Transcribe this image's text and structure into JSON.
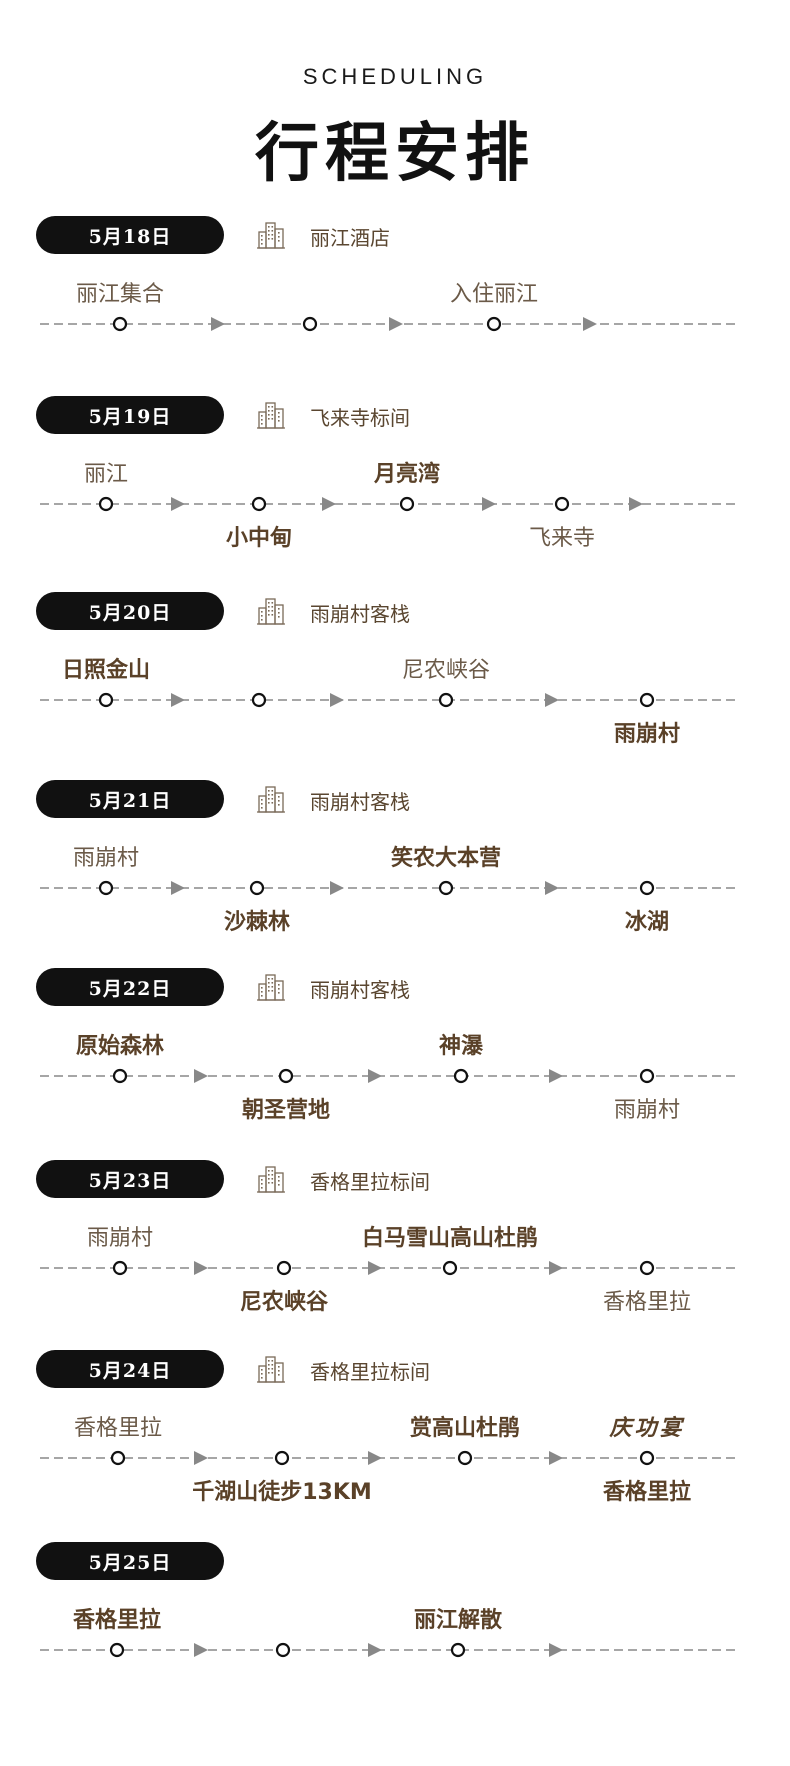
{
  "header": {
    "subtitle": "SCHEDULING",
    "title": "行程安排"
  },
  "colors": {
    "pill": "#111111",
    "line": "#888888",
    "dot": "#111111",
    "text": "#6b5a48",
    "text_bold": "#5a4128"
  },
  "days": [
    {
      "date": "5月18日",
      "hotel": "丽江酒店",
      "stops": [
        {
          "label": "丽江集合",
          "pos": "above",
          "bold": false
        },
        {
          "label": "",
          "pos": "above",
          "bold": false
        },
        {
          "label": "入住丽江",
          "pos": "above",
          "bold": false
        }
      ]
    },
    {
      "date": "5月19日",
      "hotel": "飞来寺标间",
      "stops": [
        {
          "label": "丽江",
          "pos": "above",
          "bold": false
        },
        {
          "label": "小中甸",
          "pos": "below",
          "bold": true
        },
        {
          "label": "月亮湾",
          "pos": "above",
          "bold": true
        },
        {
          "label": "飞来寺",
          "pos": "below",
          "bold": false
        }
      ]
    },
    {
      "date": "5月20日",
      "hotel": "雨崩村客栈",
      "stops": [
        {
          "label": "日照金山",
          "pos": "above",
          "bold": true
        },
        {
          "label": "",
          "pos": "above",
          "bold": false
        },
        {
          "label": "尼农峡谷",
          "pos": "above",
          "bold": false
        },
        {
          "label": "雨崩村",
          "pos": "below",
          "bold": true
        }
      ]
    },
    {
      "date": "5月21日",
      "hotel": "雨崩村客栈",
      "stops": [
        {
          "label": "雨崩村",
          "pos": "above",
          "bold": false
        },
        {
          "label": "沙棘林",
          "pos": "below",
          "bold": true
        },
        {
          "label": "笑农大本营",
          "pos": "above",
          "bold": true
        },
        {
          "label": "冰湖",
          "pos": "below",
          "bold": true
        }
      ]
    },
    {
      "date": "5月22日",
      "hotel": "雨崩村客栈",
      "stops": [
        {
          "label": "原始森林",
          "pos": "above",
          "bold": true
        },
        {
          "label": "朝圣营地",
          "pos": "below",
          "bold": true
        },
        {
          "label": "神瀑",
          "pos": "above",
          "bold": true
        },
        {
          "label": "雨崩村",
          "pos": "below",
          "bold": false
        }
      ]
    },
    {
      "date": "5月23日",
      "hotel": "香格里拉标间",
      "stops": [
        {
          "label": "雨崩村",
          "pos": "above",
          "bold": false
        },
        {
          "label": "尼农峡谷",
          "pos": "below",
          "bold": true
        },
        {
          "label": "白马雪山高山杜鹃",
          "pos": "above",
          "bold": true
        },
        {
          "label": "香格里拉",
          "pos": "below",
          "bold": false
        }
      ]
    },
    {
      "date": "5月24日",
      "hotel": "香格里拉标间",
      "stops": [
        {
          "label": "香格里拉",
          "pos": "above",
          "bold": false
        },
        {
          "label": "千湖山徒步13KM",
          "pos": "below",
          "bold": true
        },
        {
          "label": "赏高山杜鹃",
          "pos": "above",
          "bold": true
        },
        {
          "label": "香格里拉",
          "pos": "below",
          "bold": true
        },
        {
          "label": "庆功宴",
          "pos": "above",
          "bold": true,
          "script": true
        }
      ]
    },
    {
      "date": "5月25日",
      "hotel": "",
      "stops": [
        {
          "label": "香格里拉",
          "pos": "above",
          "bold": true
        },
        {
          "label": "",
          "pos": "above",
          "bold": false
        },
        {
          "label": "丽江解散",
          "pos": "above",
          "bold": true
        }
      ]
    }
  ]
}
